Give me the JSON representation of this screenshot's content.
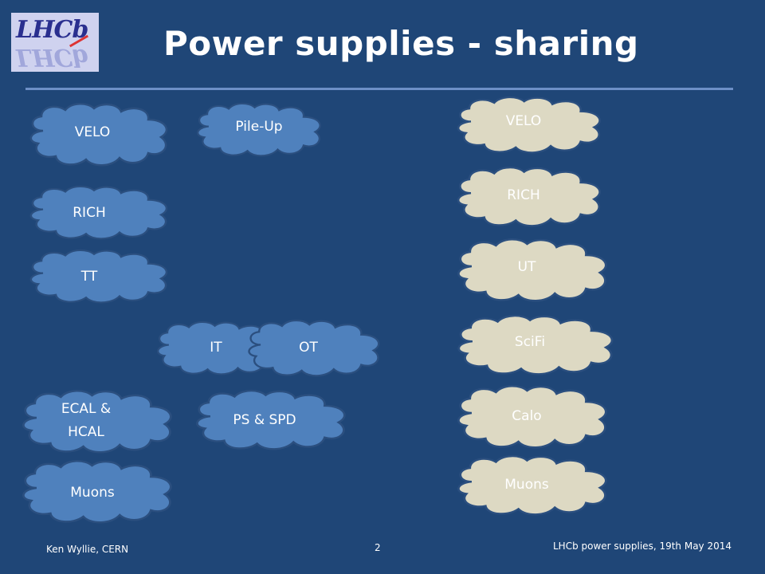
{
  "title": "Power supplies - sharing",
  "logo": {
    "text": "LHCb"
  },
  "colors": {
    "background": "#1f4677",
    "cloud_blue": "#4f81bd",
    "cloud_beige": "#ddd9c3",
    "cloud_outline": "#2b4f7f"
  },
  "left_clouds": [
    {
      "label": "VELO"
    },
    {
      "label": "Pile-Up"
    },
    {
      "label": "RICH"
    },
    {
      "label": "TT"
    },
    {
      "label": "IT"
    },
    {
      "label": "OT"
    },
    {
      "label": "ECAL &\nHCAL"
    },
    {
      "label": "PS & SPD"
    },
    {
      "label": "Muons"
    }
  ],
  "right_clouds": [
    {
      "label": "VELO"
    },
    {
      "label": "RICH"
    },
    {
      "label": "UT"
    },
    {
      "label": "SciFi"
    },
    {
      "label": "Calo"
    },
    {
      "label": "Muons"
    }
  ],
  "footer": {
    "author": "Ken Wyllie, CERN",
    "page_number": "2",
    "event": "LHCb power supplies, 19th May 2014"
  }
}
